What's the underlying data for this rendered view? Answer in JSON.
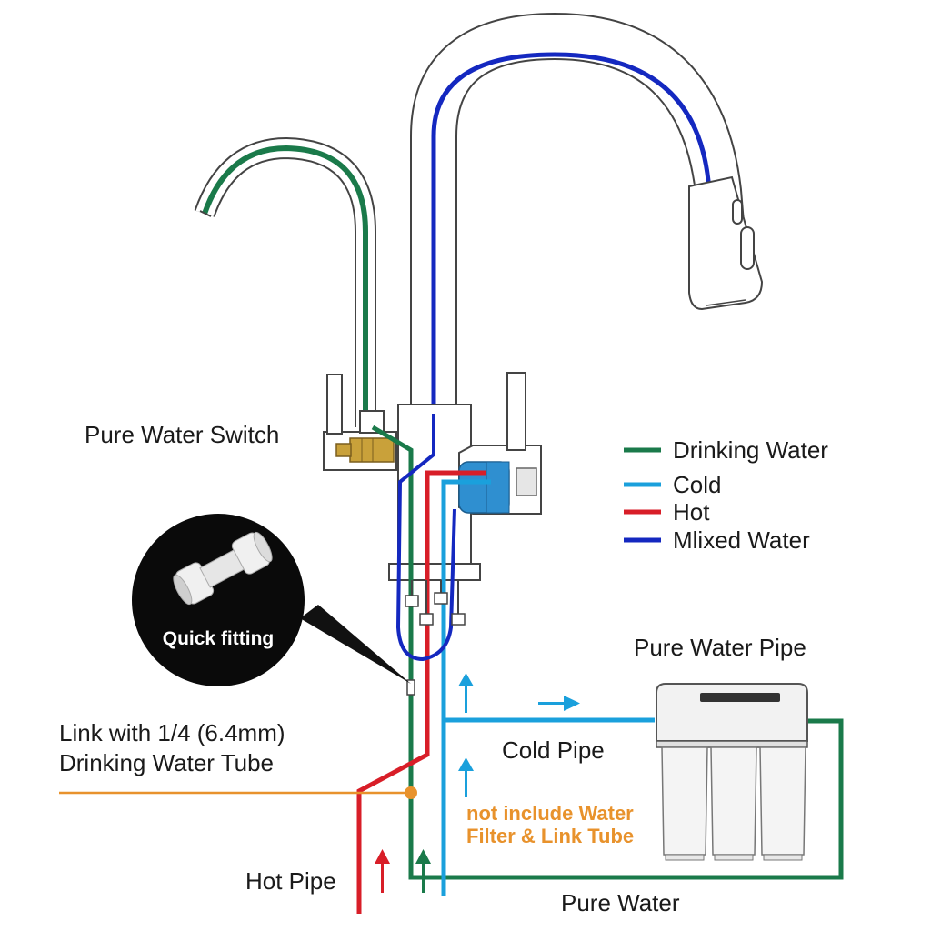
{
  "labels": {
    "pure_water_switch": "Pure Water Switch",
    "quick_fitting": "Quick fitting",
    "link_line1": "Link with 1/4 (6.4mm)",
    "link_line2": "Drinking Water Tube",
    "hot_pipe": "Hot Pipe",
    "cold_pipe": "Cold Pipe",
    "pure_water_pipe": "Pure Water Pipe",
    "pure_water": "Pure Water",
    "note_line1": "not include Water",
    "note_line2": "Filter & Link Tube"
  },
  "legend": [
    {
      "label": "Drinking Water",
      "color": "#1a7a4a"
    },
    {
      "label": "Cold",
      "color": "#1aa0dc"
    },
    {
      "label": "Hot",
      "color": "#d81e28"
    },
    {
      "label": "Mlixed Water",
      "color": "#1428c0"
    }
  ],
  "colors": {
    "drinking": "#1a7a4a",
    "cold": "#1aa0dc",
    "hot": "#d81e28",
    "mixed": "#1428c0",
    "link_tube": "#e8922c",
    "note_text": "#e8922c",
    "outline": "#444444",
    "cartridge": "#2f8fd0",
    "brass": "#c9a13a"
  }
}
